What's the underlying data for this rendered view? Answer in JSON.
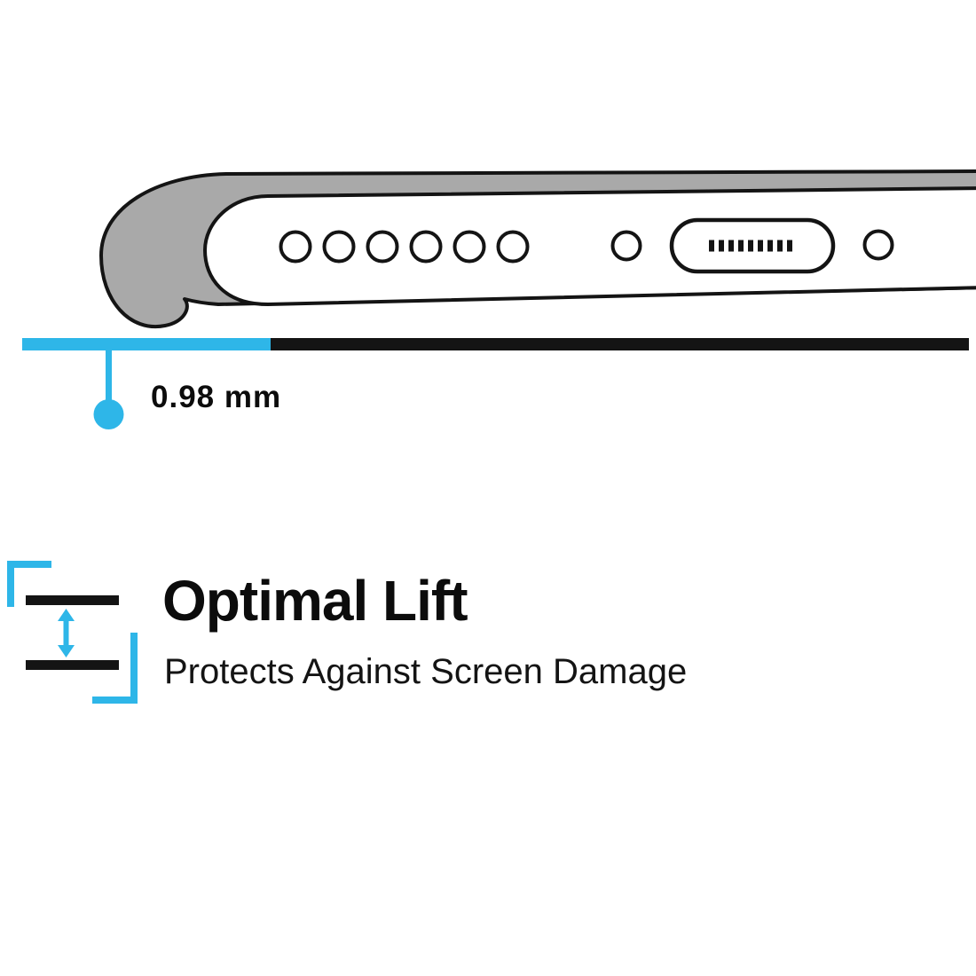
{
  "colors": {
    "accent": "#2eb6e8",
    "ink": "#141414",
    "case_gray": "#a9a9a9",
    "background": "#ffffff"
  },
  "measurement": {
    "value": "0.98 mm"
  },
  "feature": {
    "title": "Optimal Lift",
    "subtitle": "Protects Against Screen Damage"
  },
  "icons": {
    "lift_gap": "lift-gap-arrow-icon",
    "phone_edge": "phone-bottom-edge-illustration",
    "charging_port": "charging-port-icon",
    "speaker_holes": "speaker-holes-icon"
  }
}
